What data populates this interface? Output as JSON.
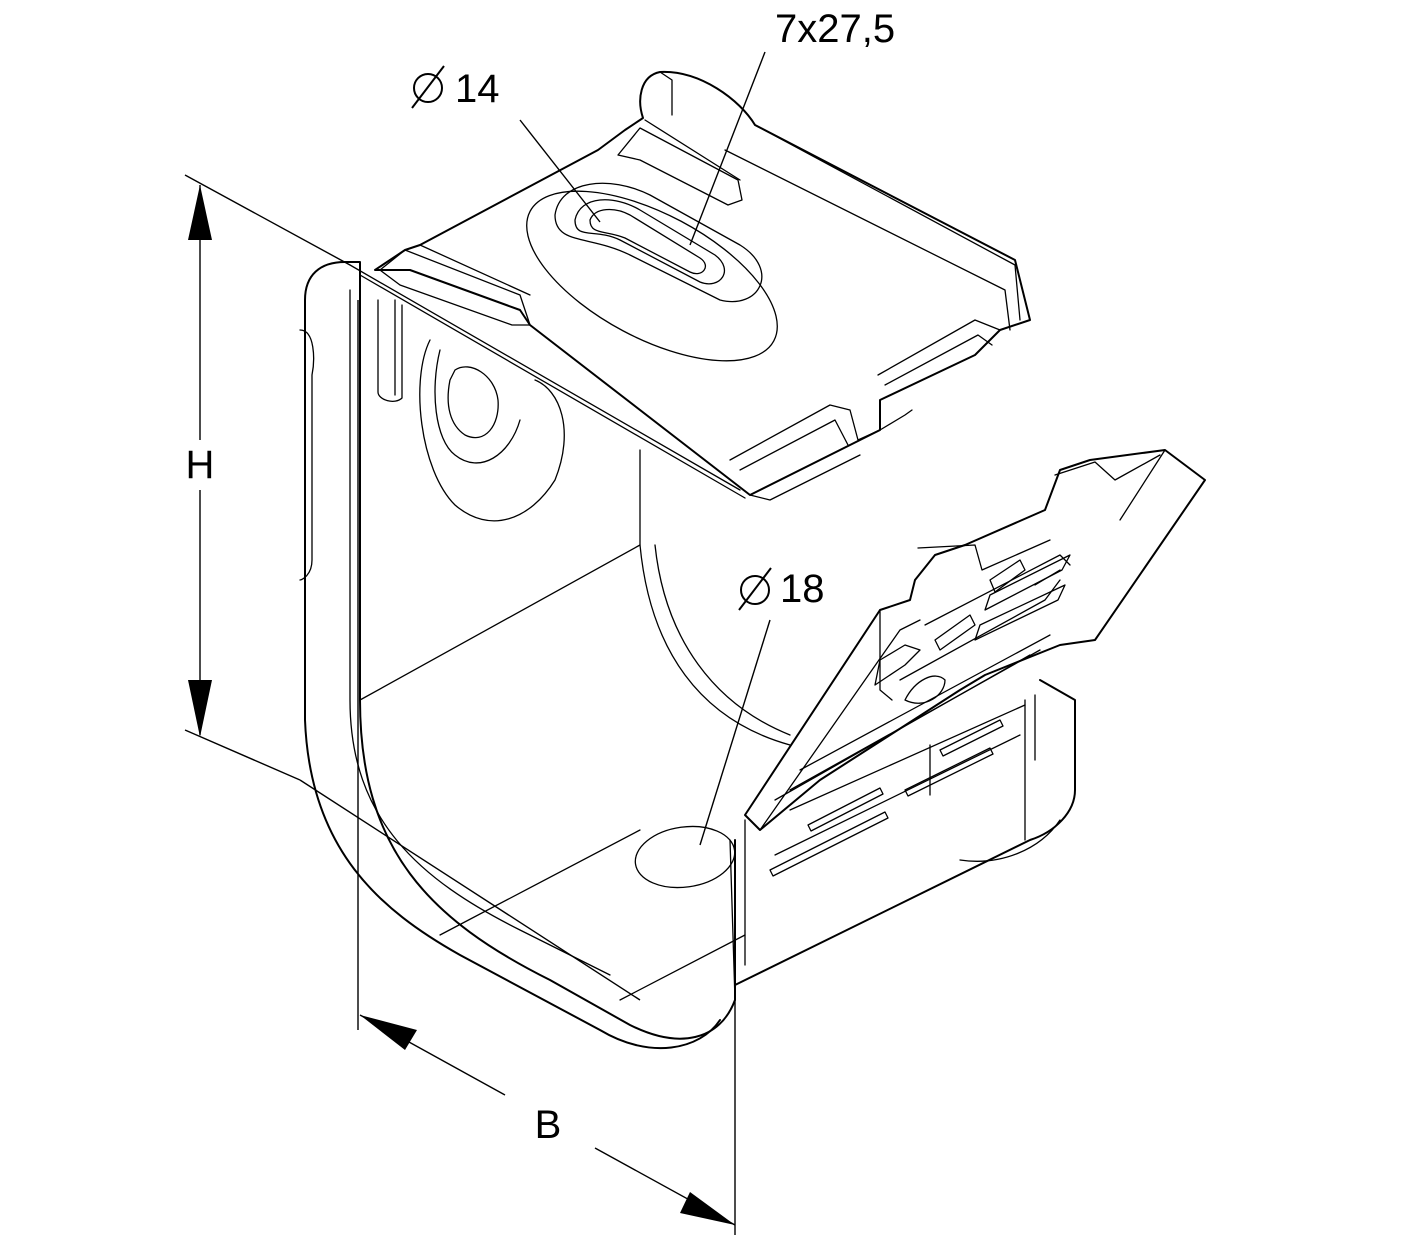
{
  "labels": {
    "slot_dim": "7x27,5",
    "hole_top_dim": "14",
    "hole_bottom_dim": "18",
    "height_dim": "H",
    "width_dim": "B"
  }
}
